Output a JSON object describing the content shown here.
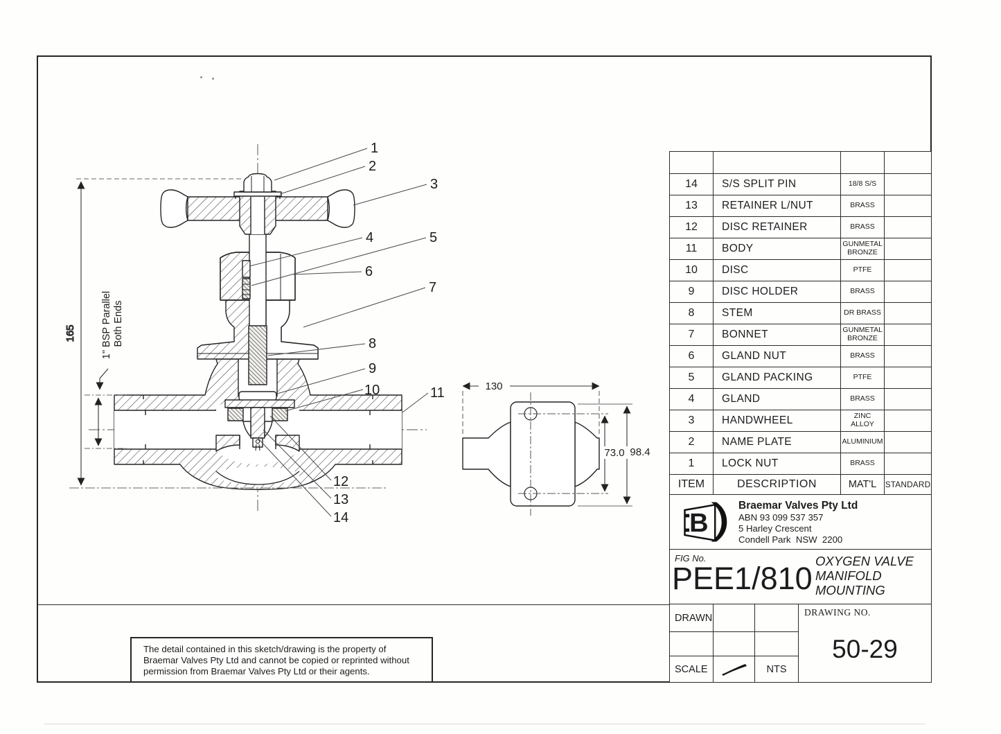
{
  "page": {
    "paper": "#fefefd",
    "ink": "#222222"
  },
  "drawing": {
    "callouts": [
      {
        "label": "1"
      },
      {
        "label": "2"
      },
      {
        "label": "3"
      },
      {
        "label": "4"
      },
      {
        "label": "5"
      },
      {
        "label": "6"
      },
      {
        "label": "7"
      },
      {
        "label": "8"
      },
      {
        "label": "9"
      },
      {
        "label": "10"
      },
      {
        "label": "11"
      },
      {
        "label": "12"
      },
      {
        "label": "13"
      },
      {
        "label": "14"
      }
    ],
    "dims": {
      "height": "165",
      "spec_line1": "1\" BSP Parallel",
      "spec_line2": "Both Ends"
    }
  },
  "side_view": {
    "width": "130",
    "height": "98.4",
    "hole_spacing": "73.0"
  },
  "parts_table": {
    "headers": {
      "item": "ITEM",
      "description": "DESCRIPTION",
      "material": "MAT'L",
      "standard": "STANDARD"
    },
    "rows": [
      {
        "item": "14",
        "description": "S/S SPLIT PIN",
        "material": "18/8 S/S",
        "standard": ""
      },
      {
        "item": "13",
        "description": "RETAINER L/NUT",
        "material": "BRASS",
        "standard": ""
      },
      {
        "item": "12",
        "description": "DISC RETAINER",
        "material": "BRASS",
        "standard": ""
      },
      {
        "item": "11",
        "description": "BODY",
        "material": "GUNMETAL BRONZE",
        "standard": ""
      },
      {
        "item": "10",
        "description": "DISC",
        "material": "PTFE",
        "standard": ""
      },
      {
        "item": "9",
        "description": "DISC HOLDER",
        "material": "BRASS",
        "standard": ""
      },
      {
        "item": "8",
        "description": "STEM",
        "material": "DR BRASS",
        "standard": ""
      },
      {
        "item": "7",
        "description": "BONNET",
        "material": "GUNMETAL BRONZE",
        "standard": ""
      },
      {
        "item": "6",
        "description": "GLAND NUT",
        "material": "BRASS",
        "standard": ""
      },
      {
        "item": "5",
        "description": "GLAND PACKING",
        "material": "PTFE",
        "standard": ""
      },
      {
        "item": "4",
        "description": "GLAND",
        "material": "BRASS",
        "standard": ""
      },
      {
        "item": "3",
        "description": "HANDWHEEL",
        "material": "ZINC ALLOY",
        "standard": ""
      },
      {
        "item": "2",
        "description": "NAME PLATE",
        "material": "ALUMINIUM",
        "standard": ""
      },
      {
        "item": "1",
        "description": "LOCK NUT",
        "material": "BRASS",
        "standard": ""
      }
    ]
  },
  "title_block": {
    "company": {
      "name": "Braemar Valves Pty Ltd",
      "abn": "ABN 93 099 537 357",
      "address1": "5 Harley Crescent",
      "address2": "Condell Park  NSW  2200"
    },
    "fig": {
      "label": "FIG No.",
      "number": "PEE1/810",
      "product_line1": "OXYGEN VALVE",
      "product_line2": "MANIFOLD",
      "product_line3": "MOUNTING"
    },
    "info": {
      "drawn_label": "DRAWN",
      "scale_label": "SCALE",
      "scale_value": "NTS",
      "drawing_no_label": "DRAWING NO.",
      "drawing_no": "50-29"
    }
  },
  "disclaimer": {
    "text": "The detail contained in this sketch/drawing is the property of Braemar Valves Pty Ltd and cannot be copied or reprinted without permission from Braemar Valves Pty Ltd or their agents."
  }
}
